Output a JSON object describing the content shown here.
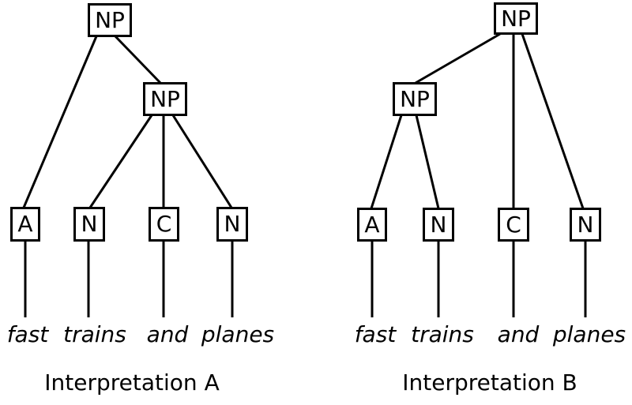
{
  "colors": {
    "background": "#ffffff",
    "stroke": "#000000",
    "text": "#000000"
  },
  "trees": [
    {
      "caption": "Interpretation A",
      "nodes": {
        "root": "NP",
        "inner": "NP",
        "leaf1": "A",
        "leaf2": "N",
        "leaf3": "C",
        "leaf4": "N"
      },
      "words": [
        "fast",
        "trains",
        "and",
        "planes"
      ],
      "edges": [
        [
          "root",
          "leaf1"
        ],
        [
          "root",
          "inner"
        ],
        [
          "inner",
          "leaf2"
        ],
        [
          "inner",
          "leaf3"
        ],
        [
          "inner",
          "leaf4"
        ],
        [
          "leaf1",
          "fast"
        ],
        [
          "leaf2",
          "trains"
        ],
        [
          "leaf3",
          "and"
        ],
        [
          "leaf4",
          "planes"
        ]
      ]
    },
    {
      "caption": "Interpretation B",
      "nodes": {
        "root": "NP",
        "inner": "NP",
        "leaf1": "A",
        "leaf2": "N",
        "leaf3": "C",
        "leaf4": "N"
      },
      "words": [
        "fast",
        "trains",
        "and",
        "planes"
      ],
      "edges": [
        [
          "root",
          "inner"
        ],
        [
          "root",
          "leaf3"
        ],
        [
          "root",
          "leaf4"
        ],
        [
          "inner",
          "leaf1"
        ],
        [
          "inner",
          "leaf2"
        ],
        [
          "leaf1",
          "fast"
        ],
        [
          "leaf2",
          "trains"
        ],
        [
          "leaf3",
          "and"
        ],
        [
          "leaf4",
          "planes"
        ]
      ]
    }
  ]
}
